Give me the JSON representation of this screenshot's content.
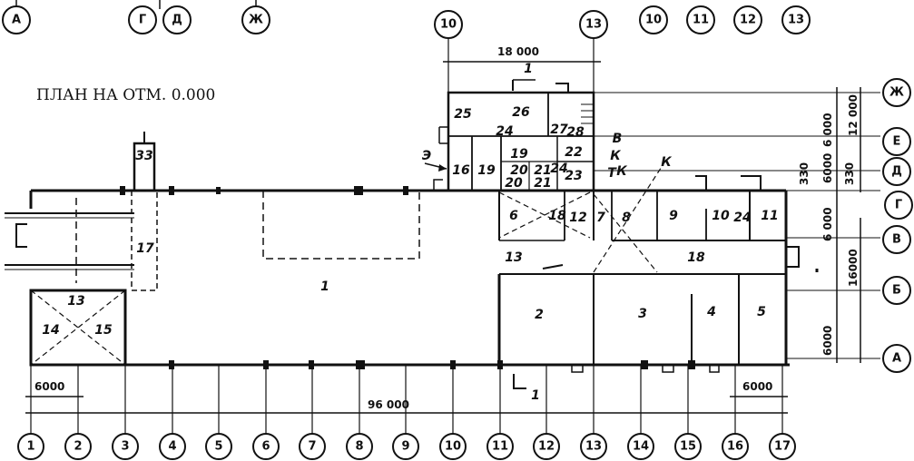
{
  "plan": {
    "title": "ПЛАН НА ОТМ. 0.000",
    "axes_top_left": [
      "А",
      "Г",
      "Д",
      "Ж",
      "10",
      "13",
      "10",
      "11",
      "12",
      "13"
    ],
    "axes_bottom": [
      "1",
      "2",
      "3",
      "4",
      "5",
      "6",
      "7",
      "8",
      "9",
      "10",
      "11",
      "12",
      "13",
      "14",
      "15",
      "16",
      "17"
    ],
    "axes_right": [
      "Ж",
      "Е",
      "Д",
      "Г",
      "В",
      "Б",
      "А"
    ],
    "dimensions": {
      "top_span": "18 000",
      "overall": "96 000",
      "left_bay": "6000",
      "right_bay": "6000",
      "right_vertical": [
        "6 000",
        "6000",
        "6 000",
        "6000",
        "12 000",
        "16000",
        "330",
        "330"
      ]
    },
    "section_marks": [
      "1",
      "1"
    ],
    "letter_marks": [
      "В",
      "К",
      "Т",
      "К",
      "Э",
      "К"
    ],
    "rooms": [
      "1",
      "2",
      "3",
      "4",
      "5",
      "6",
      "7",
      "8",
      "9",
      "10",
      "11",
      "12",
      "13",
      "13",
      "14",
      "15",
      "16",
      "17",
      "18",
      "18",
      "19",
      "19",
      "20",
      "20",
      "21",
      "21",
      "22",
      "23",
      "24",
      "24",
      "24",
      "25",
      "26",
      "27",
      "28",
      "33"
    ]
  }
}
